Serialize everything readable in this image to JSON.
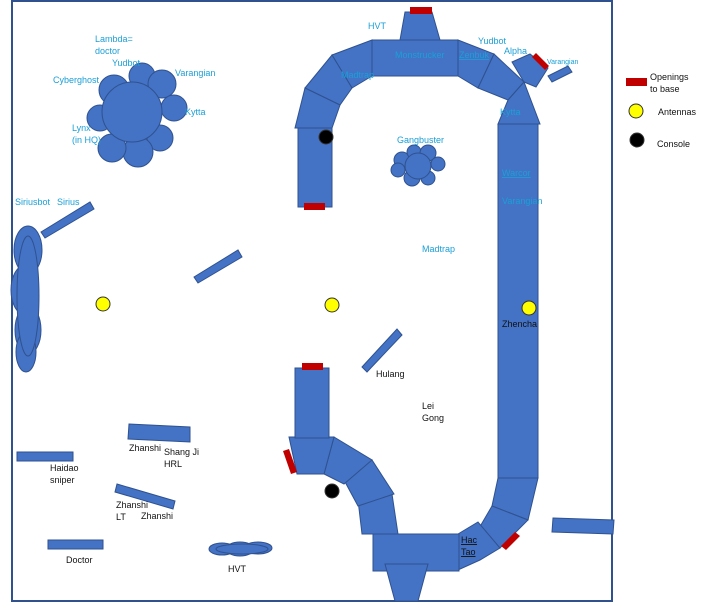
{
  "legend": {
    "openings_line1": "Openings",
    "openings_line2": "to base",
    "antennas": "Antennas",
    "console": "Console"
  },
  "labels": {
    "hvt_top": "HVT",
    "monstrucker": "Monstrucker",
    "zenbuk": "Zenbuk",
    "yudbot_top": "Yudbot",
    "alpha": "Alpha",
    "varangian_top": "Varangian",
    "madtrap_top": "Madtrap",
    "kytta_right": "Kytta",
    "gangbuster": "Gangbuster",
    "warcor": "Warcor",
    "varangian_right": "Varangian",
    "madtrap_mid": "Madtrap",
    "zhencha": "Zhencha",
    "hulang": "Hulang",
    "lei": "Lei",
    "gong": "Gong",
    "hac": "Hac",
    "tao": "Tao",
    "hvt_bottom": "HVT",
    "lambda_1": "Lambda=",
    "lambda_2": "doctor",
    "yudbot_left": "Yudbot",
    "varangian_left": "Varangian",
    "cyberghost": "Cyberghost",
    "kytta_left": "Kytta",
    "lynx_1": "Lynx",
    "lynx_2": "(in HQ)",
    "siriusbot": "Siriusbot",
    "sirius": "Sirius",
    "zhanshi_1": "Zhanshi",
    "shang_ji": "Shang Ji",
    "hrl": "HRL",
    "haidao": "Haidao",
    "sniper": "sniper",
    "zhanshi_lt_1": "Zhanshi",
    "zhanshi_lt_2": "LT",
    "zhanshi_2": "Zhanshi",
    "doctor": "Doctor"
  },
  "colors": {
    "structure": "#4472c4",
    "opening": "#c00000",
    "antenna": "#ffff00",
    "console": "#000000",
    "label_friendly": "#1aa0d8",
    "label_other": "#111111"
  }
}
